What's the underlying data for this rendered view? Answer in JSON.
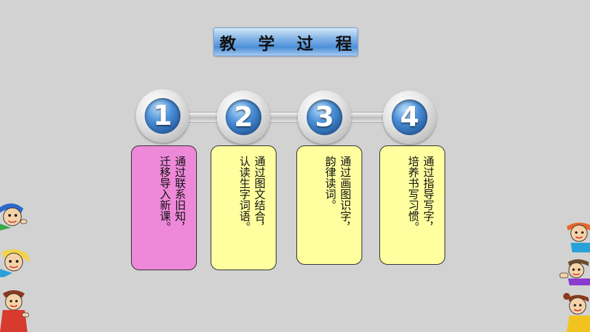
{
  "title": "教 学 过 程",
  "steps": [
    {
      "number": "1",
      "line1": "通过联系旧知，",
      "line2": "迁移导入新课。",
      "color": "#ee88d8"
    },
    {
      "number": "2",
      "line1": "通过图文结合，",
      "line2": "认读生字词语。",
      "color": "#ffffa0"
    },
    {
      "number": "3",
      "line1": "通过画图识字，",
      "line2": "韵律读词。",
      "color": "#ffffa0"
    },
    {
      "number": "4",
      "line1": "通过指导写字，",
      "line2": "培养书写习惯。",
      "color": "#ffffa0"
    }
  ]
}
